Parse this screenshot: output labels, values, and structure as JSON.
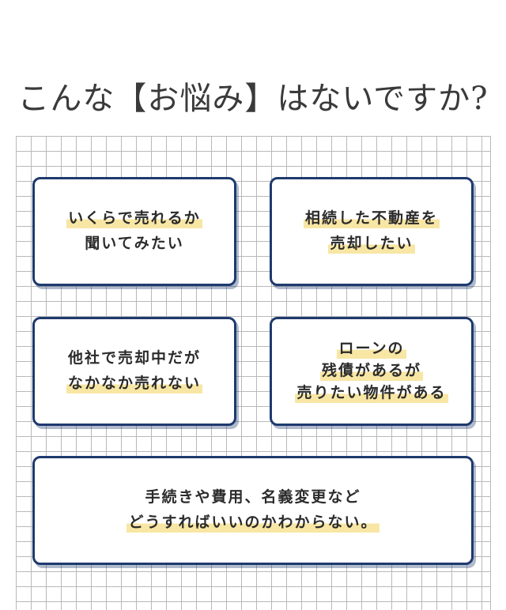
{
  "heading": "こんな【お悩み】はないですか?",
  "cards": [
    {
      "lines": [
        "いくらで売れるか",
        "聞いてみたい"
      ]
    },
    {
      "lines": [
        "相続した不動産を",
        "売却したい"
      ]
    },
    {
      "lines": [
        "他社で売却中だが",
        "なかなか売れない"
      ]
    },
    {
      "lines": [
        "ローンの",
        "残債があるが",
        "売りたい物件がある"
      ]
    },
    {
      "lines": [
        "手続きや費用、名義変更など",
        "どうすればいいのかわからない。"
      ]
    }
  ],
  "colors": {
    "border": "#1e3a6e",
    "highlight": "#f8e6a4",
    "grid": "#b9b9b9"
  }
}
